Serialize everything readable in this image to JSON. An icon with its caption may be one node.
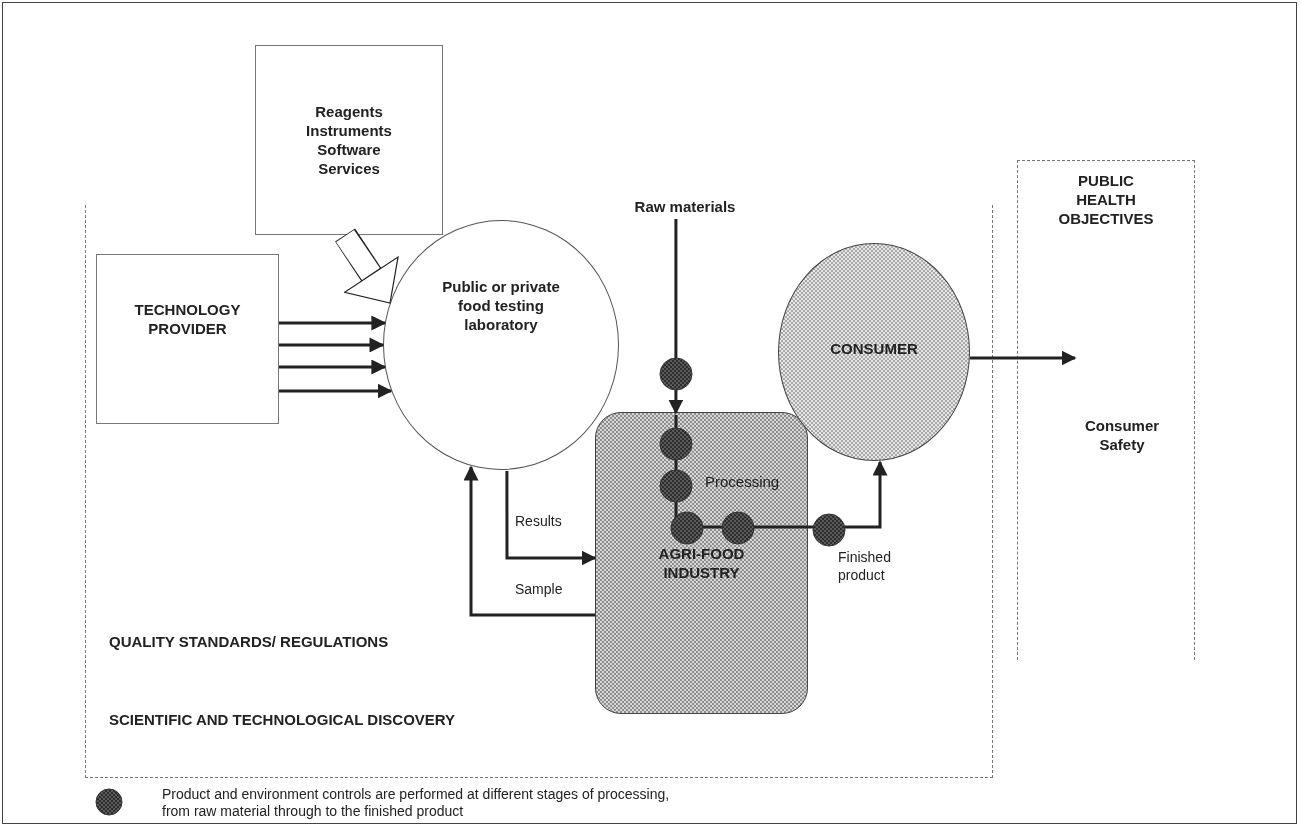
{
  "diagram": {
    "nodes": [
      {
        "text": [
          "QUALITY STANDARDS/ REGULATIONS",
          "SCIENTIFIC AND TECHNOLOGICAL DISCOVERY"
        ]
      },
      {
        "text": [
          "Reagents Instruments Software Services"
        ]
      },
      {
        "text": [
          "TECHNOLOGY PROVIDER"
        ],
        "in": 0
      },
      {
        "text": [
          "Public or private food testing laboratory"
        ],
        "in": 0
      },
      {
        "text": [
          "Raw materials"
        ]
      },
      {
        "text": [
          "AGRI-FOOD INDUSTRY"
        ],
        "in": 0
      },
      {
        "text": [
          "CONSUMER"
        ],
        "in": 0
      },
      {
        "text": [
          "PUBLIC HEALTH OBJECTIVES"
        ]
      },
      {
        "text": [
          "Consumer Safety"
        ],
        "in": 7
      }
    ],
    "edges": [
      {
        "from": 1,
        "to": 3,
        "arrow": "to",
        "style": "thick"
      },
      {
        "from": 2,
        "to": 3,
        "arrow": "to"
      },
      {
        "from": 2,
        "to": 3,
        "arrow": "to"
      },
      {
        "from": 2,
        "to": 3,
        "arrow": "to"
      },
      {
        "from": 2,
        "to": 3,
        "arrow": "to"
      },
      {
        "from": 3,
        "to": 5,
        "arrow": "to",
        "label": "Results"
      },
      {
        "from": 5,
        "to": 3,
        "arrow": "to",
        "label": "Sample"
      },
      {
        "from": 4,
        "to": 5,
        "arrow": "to"
      },
      {
        "from": 5,
        "to": 6,
        "arrow": "to",
        "label": "Finished product"
      },
      {
        "from": 6,
        "to": 8,
        "arrow": "to"
      }
    ],
    "labels": [
      "Processing"
    ],
    "legend": [
      {
        "text": "Product and environment controls are performed at different stages of processing, from raw material through to the finished product"
      }
    ]
  }
}
